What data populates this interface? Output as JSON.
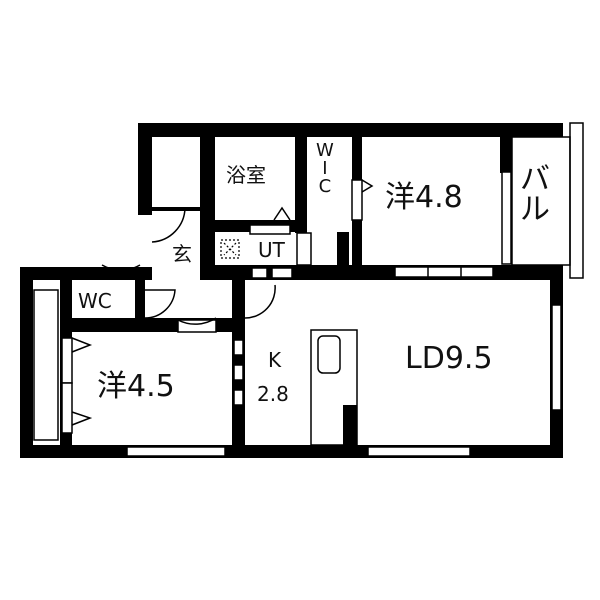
{
  "floor_plan": {
    "rooms": {
      "bath": "浴室",
      "wic": [
        "W",
        "I",
        "C"
      ],
      "western_room_2": "洋4.8",
      "balcony": [
        "バ",
        "ル"
      ],
      "entrance": "玄",
      "ut": "UT",
      "wc": "WC",
      "western_room_1": "洋4.5",
      "kitchen_k": "K",
      "kitchen_size": "2.8",
      "living_dining": "LD9.5"
    },
    "colors": {
      "wall": "#000000",
      "background": "#ffffff"
    }
  }
}
